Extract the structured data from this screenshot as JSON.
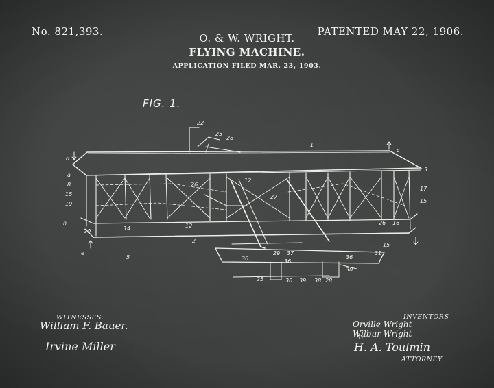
{
  "header": {
    "patent_number": "No. 821,393.",
    "inventors": "O. & W. WRIGHT.",
    "patented": "PATENTED MAY 22, 1906.",
    "title": "FLYING MACHINE.",
    "filed": "APPLICATION FILED MAR. 23, 1903."
  },
  "drawing": {
    "figure_label": "FIG. 1."
  },
  "signatures": {
    "witnesses_label": "WITNESSES:",
    "witness_1": "William F. Bauer.",
    "witness_2": "Irvine Miller",
    "inventors_label": "INVENTORS",
    "inventor_1": "Orville Wright",
    "inventor_2": "Wilbur Wright",
    "by_label": "BY",
    "attorney_signature": "H. A. Toulmin",
    "attorney_label": "ATTORNEY."
  },
  "colors": {
    "background": "#3c3e3d",
    "ink": "#f2f2ee"
  }
}
